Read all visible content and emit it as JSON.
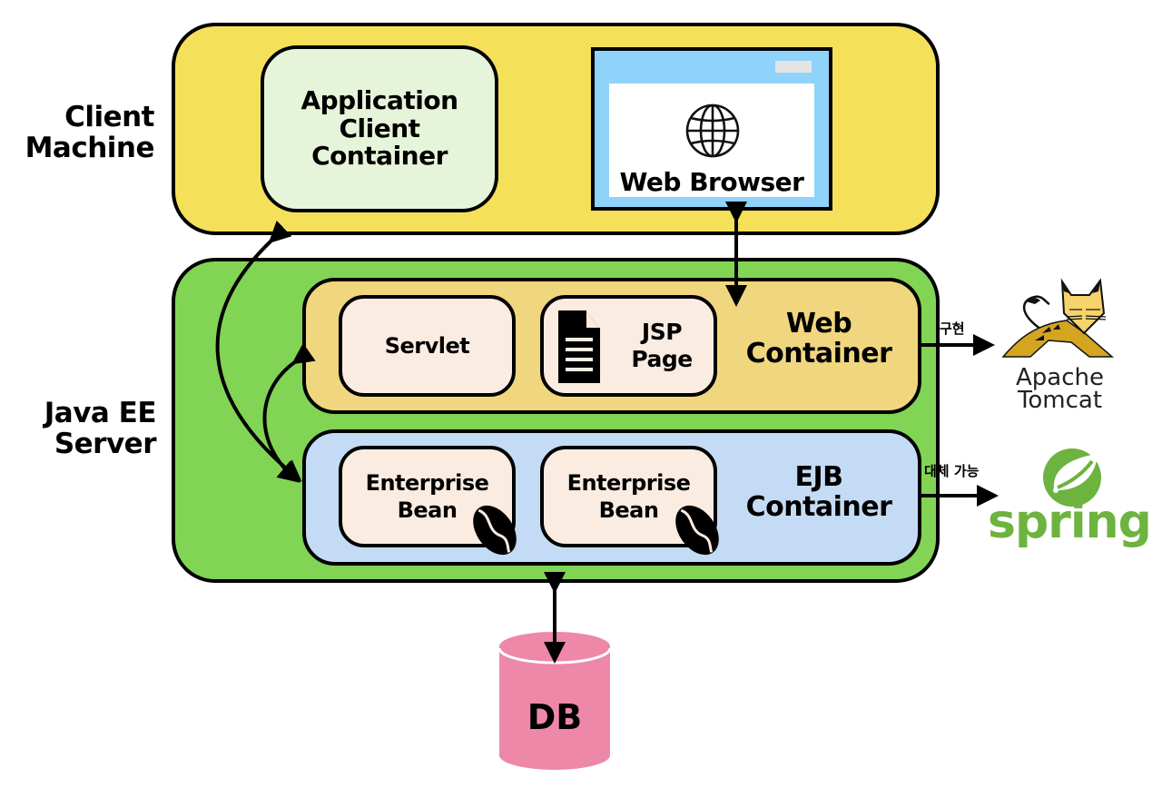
{
  "zones": {
    "client_machine": {
      "label": "Client Machine",
      "color": "#f5e05a"
    },
    "java_ee_server": {
      "label": "Java EE Server",
      "color": "#82d455"
    }
  },
  "client": {
    "app_client_container": {
      "label": "Application Client Container",
      "color": "#e6f5da"
    },
    "web_browser": {
      "label": "Web Browser",
      "frame_color": "#90d3fa",
      "icon": "globe-icon"
    }
  },
  "web_container": {
    "title": "Web Container",
    "color": "#f0d67e",
    "components": [
      {
        "label": "Servlet"
      },
      {
        "label": "JSP Page",
        "icon": "document-icon"
      }
    ]
  },
  "ejb_container": {
    "title": "EJB Container",
    "color": "#c4dbf5",
    "components": [
      {
        "label": "Enterprise Bean",
        "icon": "coffee-bean-icon"
      },
      {
        "label": "Enterprise Bean",
        "icon": "coffee-bean-icon"
      }
    ]
  },
  "component_color": "#fbece2",
  "database": {
    "label": "DB",
    "color": "#ee88a8"
  },
  "external": {
    "tomcat": {
      "arrow_label": "구현",
      "name_line1": "Apache",
      "name_line2": "Tomcat",
      "icon": "tomcat-cat-icon"
    },
    "spring": {
      "arrow_label": "대체 가능",
      "name": "spring",
      "icon": "spring-leaf-icon",
      "color": "#6db33f"
    }
  }
}
